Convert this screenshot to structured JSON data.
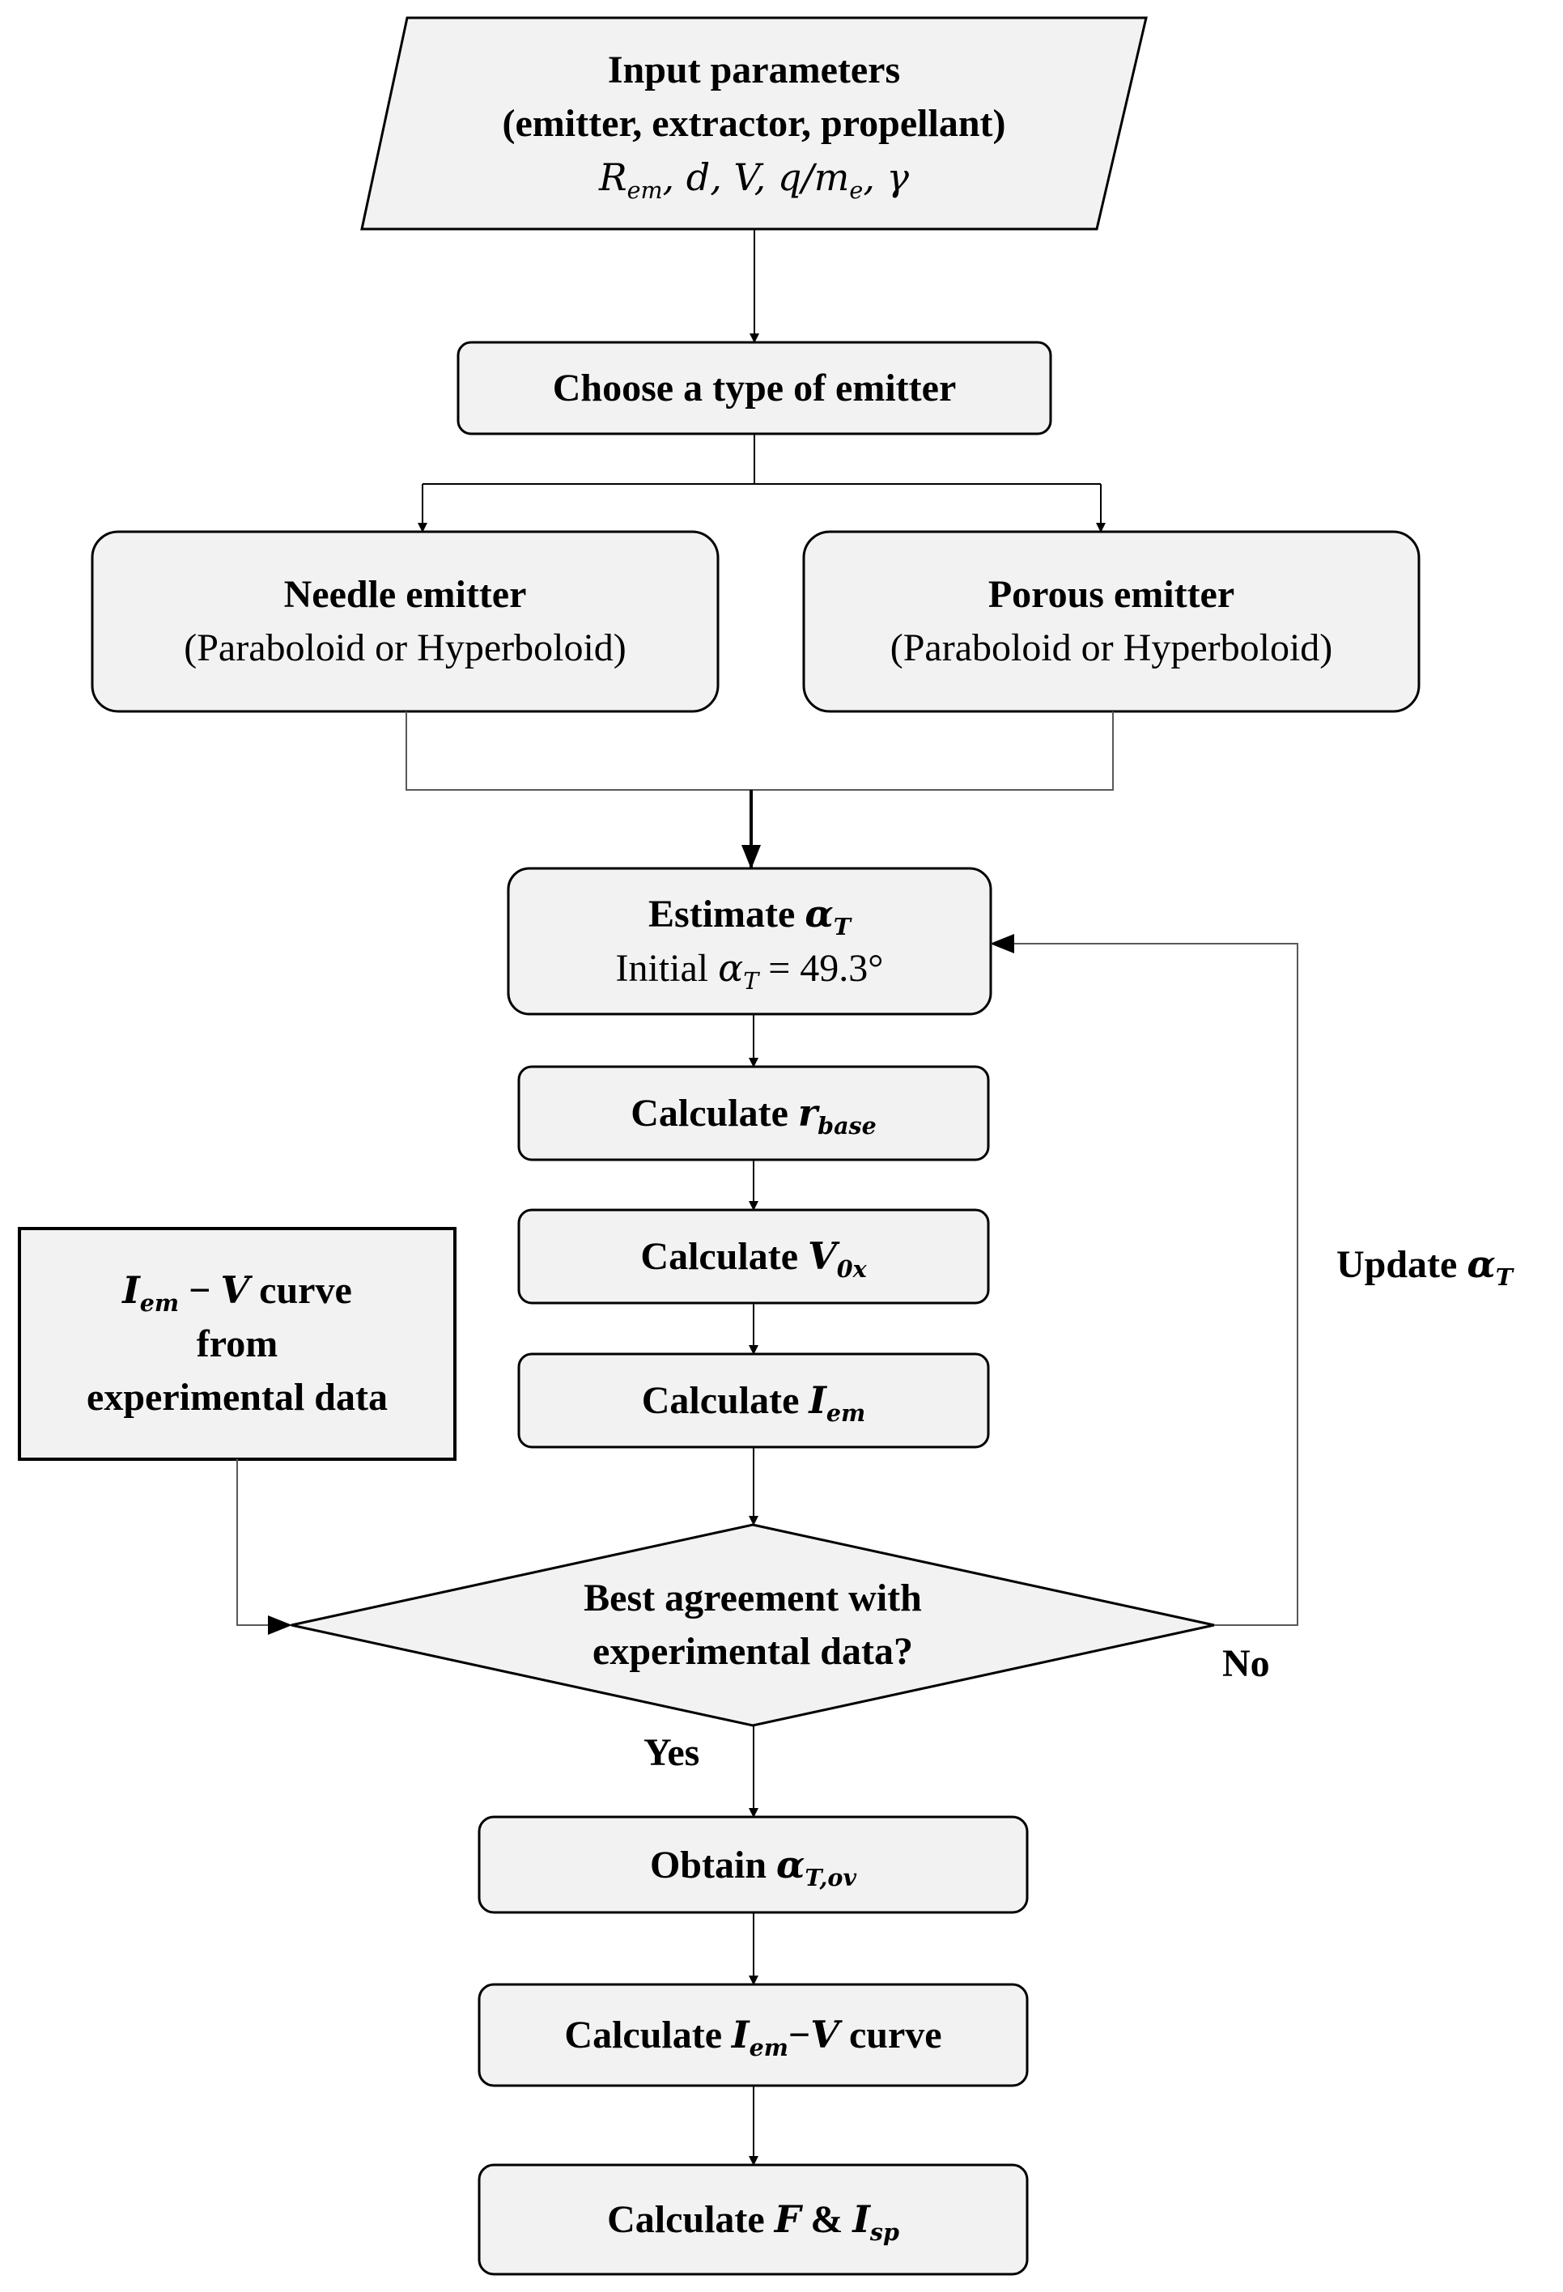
{
  "input": {
    "title_line1": "Input parameters",
    "title_line2": "(emitter, extractor, propellant)",
    "params": {
      "r_main": "R",
      "r_sub": "em",
      "sep1": ", d, V, q/m",
      "m_sub": "e",
      "sep2": ", γ"
    }
  },
  "choose": {
    "label": "Choose a type of emitter"
  },
  "needle": {
    "title": "Needle emitter",
    "subtitle": "(Paraboloid or Hyperboloid)"
  },
  "porous": {
    "title": "Porous emitter",
    "subtitle": "(Paraboloid or Hyperboloid)"
  },
  "estimate": {
    "label": "Estimate ",
    "sym": "α",
    "sym_sub": "T",
    "init_prefix": "Initial ",
    "init_sym": "α",
    "init_sub": "T",
    "init_value": " = 49.3°"
  },
  "calc_rbase": {
    "label": "Calculate ",
    "sym": "r",
    "sym_sub": "base"
  },
  "calc_v0x": {
    "label": "Calculate ",
    "sym": "V",
    "sym_sub": "0x"
  },
  "calc_iem": {
    "label": "Calculate ",
    "sym": "I",
    "sym_sub": "em"
  },
  "experimental": {
    "sym": "I",
    "sym_sub": "em",
    "mid": " − ",
    "sym2": "V",
    "tail": " curve",
    "line2": "from",
    "line3": "experimental data"
  },
  "decision": {
    "line1": "Best agreement with",
    "line2": "experimental data?"
  },
  "update": {
    "label": "Update ",
    "sym": "α",
    "sym_sub": "T"
  },
  "no_label": "No",
  "yes_label": "Yes",
  "obtain": {
    "label": "Obtain ",
    "sym": "α",
    "sym_sub": "T,ov"
  },
  "calc_curve": {
    "label": "Calculate ",
    "sym": "I",
    "sym_sub": "em",
    "mid": "−",
    "sym2": "V",
    "tail": " curve"
  },
  "calc_final": {
    "label": "Calculate ",
    "sym": "F",
    "mid": " & ",
    "sym2": "I",
    "sym2_sub": "sp"
  },
  "colors": {
    "box_fill": "#f2f2f2",
    "stroke": "#000000",
    "connector": "#595959"
  }
}
